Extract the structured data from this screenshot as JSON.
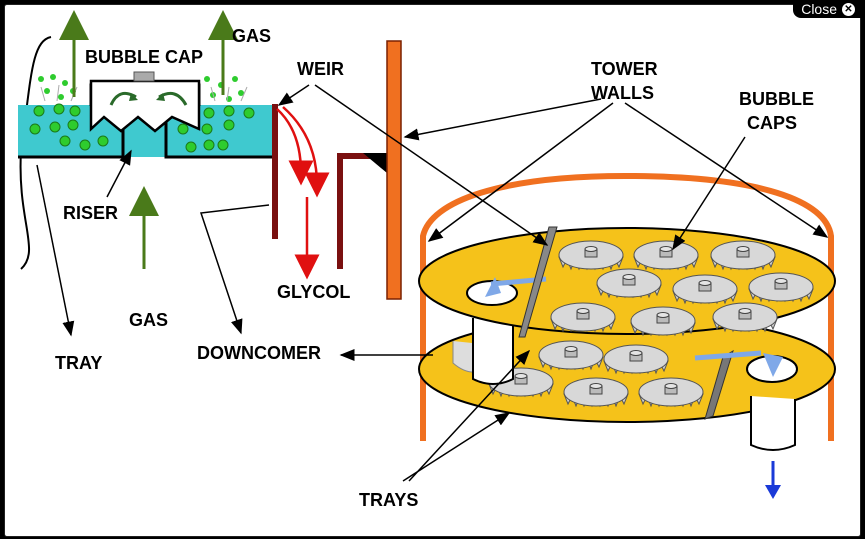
{
  "window": {
    "close_label": "Close"
  },
  "labels": {
    "bubble_cap": "BUBBLE CAP",
    "gas_top": "GAS",
    "weir": "WEIR",
    "tower_walls_1": "TOWER",
    "tower_walls_2": "WALLS",
    "bubble_caps_1": "BUBBLE",
    "bubble_caps_2": "CAPS",
    "riser": "RISER",
    "glycol": "GLYCOL",
    "gas_bottom": "GAS",
    "tray": "TRAY",
    "downcomer": "DOWNCOMER",
    "trays": "TRAYS"
  },
  "colors": {
    "liquid": "#3fc9cf",
    "bubble": "#2ecc2e",
    "gas_arrow": "#4a7a1a",
    "glycol_arrow": "#e01010",
    "weir": "#7a1010",
    "tower": "#f07020",
    "tray": "#f5c21a",
    "cap": "#d0d0d0",
    "flow_arrow": "#7fa8e8",
    "down_arrow": "#1a3ad8"
  }
}
